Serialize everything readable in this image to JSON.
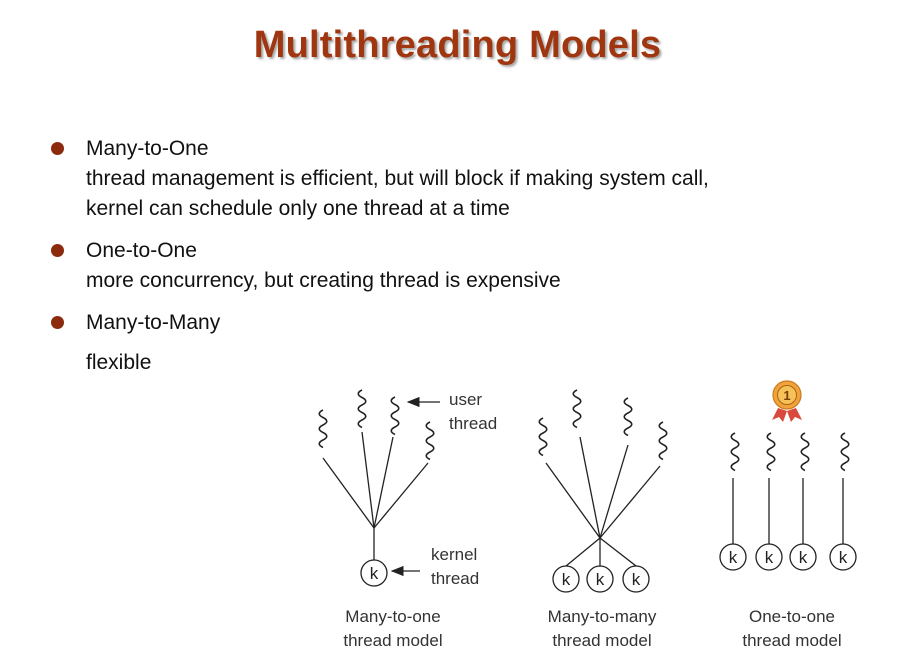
{
  "slide": {
    "title": "Multithreading Models",
    "bullets": [
      {
        "heading": "Many-to-One",
        "lines": [
          "thread management is efficient, but will block if making system call,",
          "kernel can schedule only one thread at a time"
        ]
      },
      {
        "heading": "One-to-One",
        "lines": [
          "more concurrency, but creating thread is expensive"
        ]
      },
      {
        "heading": "Many-to-Many",
        "lines": [
          "flexible"
        ]
      }
    ]
  },
  "diagram": {
    "user_thread_label_1": "user",
    "user_thread_label_2": "thread",
    "kernel_thread_label_1": "kernel",
    "kernel_thread_label_2": "thread",
    "kernel_glyph": "k",
    "badge_number": "1",
    "models": [
      {
        "caption_1": "Many-to-one",
        "caption_2": "thread model"
      },
      {
        "caption_1": "Many-to-many",
        "caption_2": "thread model"
      },
      {
        "caption_1": "One-to-one",
        "caption_2": "thread model"
      }
    ]
  },
  "colors": {
    "title": "#a0360f",
    "bullet_dot": "#8b2a0c",
    "badge_gold": "#f2a23a",
    "badge_ribbon": "#d94a3c"
  }
}
